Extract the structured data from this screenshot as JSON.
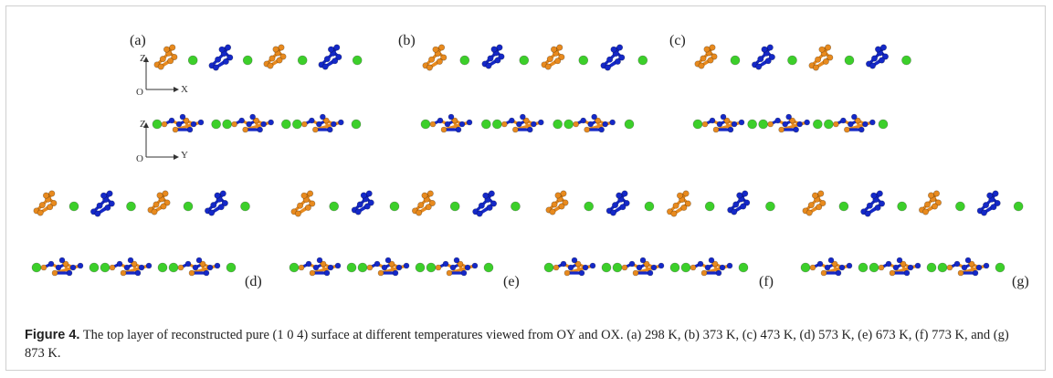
{
  "figure": {
    "label": "Figure 4.",
    "caption": "The top layer of reconstructed pure (1 0 4) surface at different temperatures viewed from OY and OX. (a) 298 K, (b) 373 K, (c) 473 K, (d) 573 K, (e) 673 K, (f) 773 K, and (g) 873 K."
  },
  "panels": [
    {
      "id": "a",
      "label": "(a)"
    },
    {
      "id": "b",
      "label": "(b)"
    },
    {
      "id": "c",
      "label": "(c)"
    },
    {
      "id": "d",
      "label": "(d)"
    },
    {
      "id": "e",
      "label": "(e)"
    },
    {
      "id": "f",
      "label": "(f)"
    },
    {
      "id": "g",
      "label": "(g)"
    }
  ],
  "axes": {
    "top": {
      "vertical": "Z",
      "horizontal": "X",
      "origin": "O"
    },
    "bottom": {
      "vertical": "Z",
      "horizontal": "Y",
      "origin": "O"
    }
  },
  "colors": {
    "orange": "#e88a1e",
    "blue": "#1428c8",
    "green": "#3ccf2a"
  }
}
